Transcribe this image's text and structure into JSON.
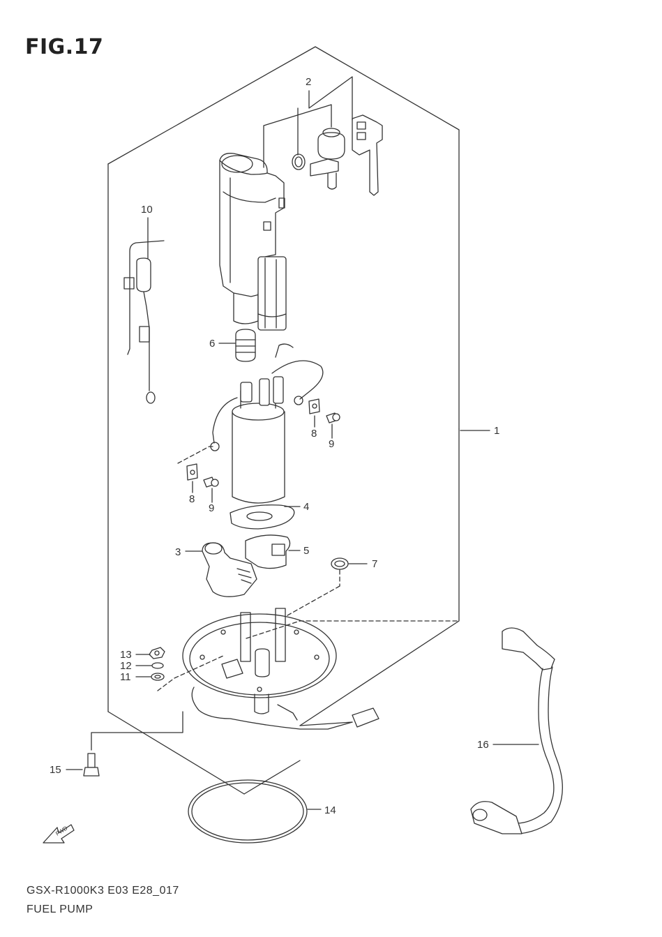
{
  "figure": {
    "title": "FIG.17",
    "code": "GSX-R1000K3 E03 E28_017",
    "name": "FUEL PUMP",
    "fwd_label": "FWD"
  },
  "callouts": [
    "1",
    "2",
    "3",
    "4",
    "5",
    "6",
    "7",
    "8",
    "9",
    "8",
    "9",
    "10",
    "11",
    "12",
    "13",
    "14",
    "15",
    "16"
  ]
}
